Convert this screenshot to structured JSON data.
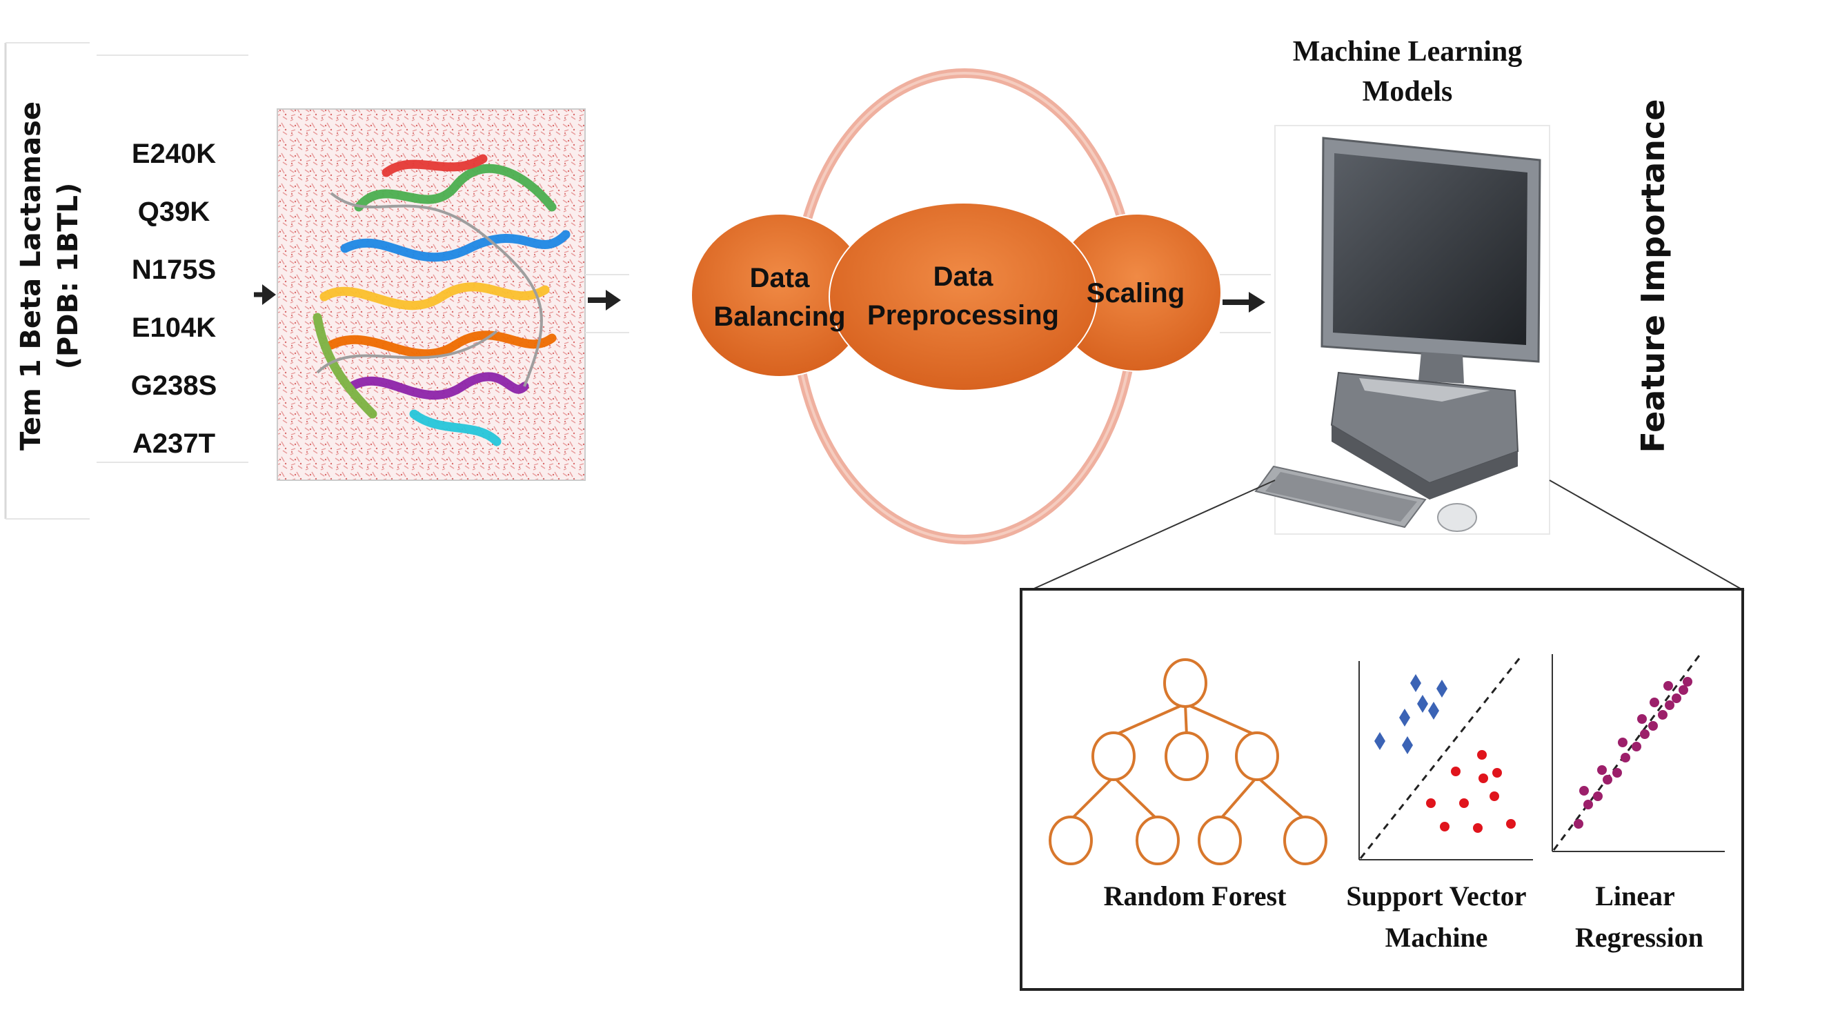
{
  "input": {
    "protein_title_line1": "Tem 1 Beta Lactamase",
    "protein_title_line2": "(PDB: 1BTL)",
    "mutations": [
      "E240K",
      "Q39K",
      "N175S",
      "E104K",
      "G238S",
      "A237T"
    ]
  },
  "preprocessing": {
    "steps": [
      {
        "line1": "Data",
        "line2": "Balancing"
      },
      {
        "line1": "Data",
        "line2": "Preprocessing"
      },
      {
        "line1": "Scaling",
        "line2": ""
      }
    ]
  },
  "models": {
    "title_line1": "Machine Learning",
    "title_line2": "Models",
    "side_label": "Feature Importance",
    "items": [
      {
        "line1": "Random Forest",
        "line2": ""
      },
      {
        "line1": "Support Vector",
        "line2": "Machine"
      },
      {
        "line1": "Linear",
        "line2": "Regression"
      }
    ]
  },
  "colors": {
    "ellipse_fill": "#e8732c",
    "ring": "#efb09f",
    "tree_node": "#d8772c",
    "svm_class_a": "#3b63b5",
    "svm_class_b": "#e0141c",
    "regression_points": "#9c1f6a"
  }
}
